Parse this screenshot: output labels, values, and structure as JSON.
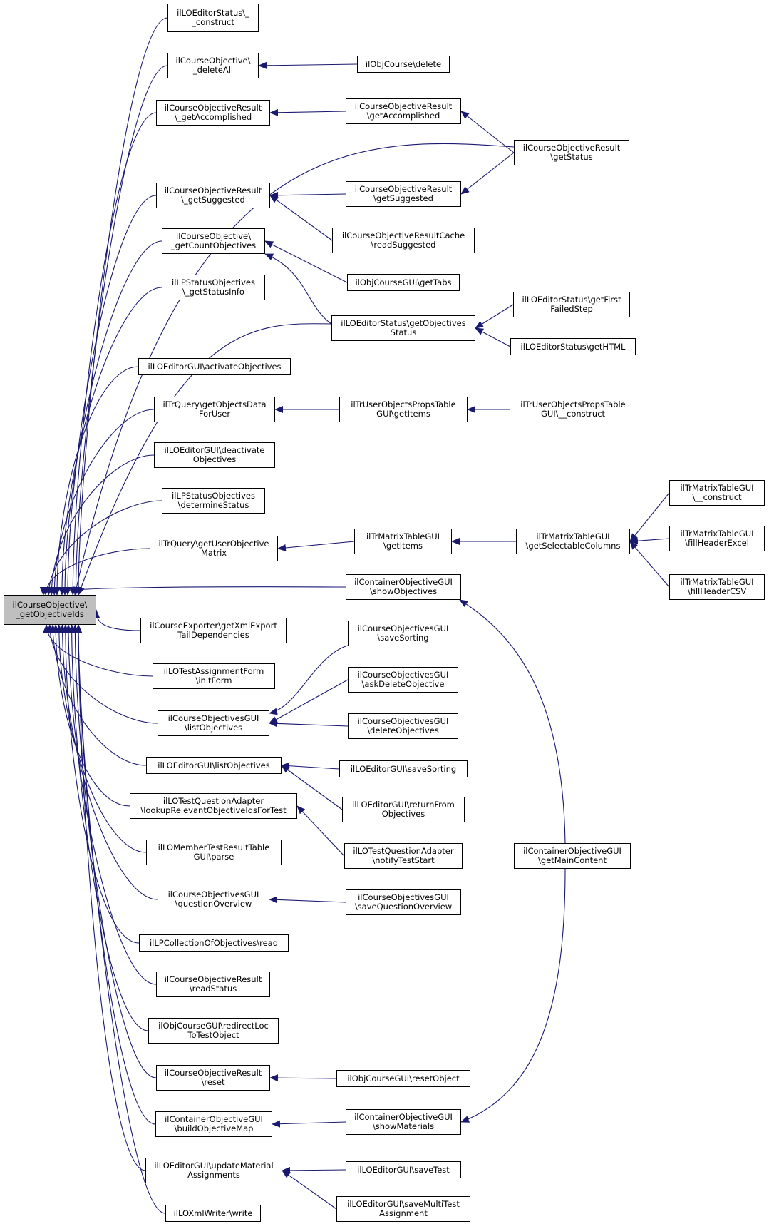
{
  "colors": {
    "edge": "#191970",
    "node_border": "#000000",
    "node_fill": "#ffffff",
    "focus_fill": "#bfbfbf"
  },
  "nodes": {
    "root": "ilCourseObjective\\\n_getObjectiveIds",
    "a1": "ilLOEditorStatus\\_\n_construct",
    "a2": "ilCourseObjective\\\n_deleteAll",
    "a3": "ilCourseObjectiveResult\n\\_getAccomplished",
    "a4": "ilCourseObjectiveResult\n\\_getSuggested",
    "a5": "ilCourseObjective\\\n_getCountObjectives",
    "a6": "ilLPStatusObjectives\n\\_getStatusInfo",
    "a7": "ilLOEditorGUI\\activateObjectives",
    "a8": "ilTrQuery\\getObjectsData\nForUser",
    "a9": "ilLOEditorGUI\\deactivate\nObjectives",
    "a10": "ilLPStatusObjectives\n\\determineStatus",
    "a11": "ilTrQuery\\getUserObjective\nMatrix",
    "a12": "ilCourseExporter\\getXmlExport\nTailDependencies",
    "a13": "ilLOTestAssignmentForm\n\\initForm",
    "a14": "ilCourseObjectivesGUI\n\\listObjectives",
    "a15": "ilLOEditorGUI\\listObjectives",
    "a16": "ilLOTestQuestionAdapter\n\\lookupRelevantObjectiveIdsForTest",
    "a17": "ilLOMemberTestResultTable\nGUI\\parse",
    "a18": "ilCourseObjectivesGUI\n\\questionOverview",
    "a19": "ilLPCollectionOfObjectives\\read",
    "a20": "ilCourseObjectiveResult\n\\readStatus",
    "a21": "ilObjCourseGUI\\redirectLoc\nToTestObject",
    "a22": "ilCourseObjectiveResult\n\\reset",
    "a23": "ilContainerObjectiveGUI\n\\buildObjectiveMap",
    "a24": "ilLOEditorGUI\\updateMaterial\nAssignments",
    "a25": "ilLOXmlWriter\\write",
    "b1": "ilObjCourse\\delete",
    "b2": "ilCourseObjectiveResult\n\\getAccomplished",
    "b3": "ilCourseObjectiveResult\n\\getSuggested",
    "b4": "ilCourseObjectiveResultCache\n\\readSuggested",
    "b5": "ilObjCourseGUI\\getTabs",
    "b6": "ilLOEditorStatus\\getObjectives\nStatus",
    "b7": "ilTrUserObjectsPropsTable\nGUI\\getItems",
    "b8": "ilTrMatrixTableGUI\n\\getItems",
    "b9": "ilContainerObjectiveGUI\n\\showObjectives",
    "b10": "ilCourseObjectivesGUI\n\\saveSorting",
    "b11": "ilCourseObjectivesGUI\n\\askDeleteObjective",
    "b12": "ilCourseObjectivesGUI\n\\deleteObjectives",
    "b13": "ilLOEditorGUI\\saveSorting",
    "b14": "ilLOEditorGUI\\returnFrom\nObjectives",
    "b15": "ilLOTestQuestionAdapter\n\\notifyTestStart",
    "b16": "ilCourseObjectivesGUI\n\\saveQuestionOverview",
    "b17": "ilObjCourseGUI\\resetObject",
    "b18": "ilContainerObjectiveGUI\n\\showMaterials",
    "b19": "ilLOEditorGUI\\saveTest",
    "b20": "ilLOEditorGUI\\saveMultiTest\nAssignment",
    "c1": "ilCourseObjectiveResult\n\\getStatus",
    "c2": "ilLOEditorStatus\\getFirst\nFailedStep",
    "c3": "ilLOEditorStatus\\getHTML",
    "c4": "ilTrUserObjectsPropsTable\nGUI\\__construct",
    "c5": "ilTrMatrixTableGUI\n\\getSelectableColumns",
    "c6": "ilContainerObjectiveGUI\n\\getMainContent",
    "d1": "ilTrMatrixTableGUI\n\\__construct",
    "d2": "ilTrMatrixTableGUI\n\\fillHeaderExcel",
    "d3": "ilTrMatrixTableGUI\n\\fillHeaderCSV"
  },
  "edges": [
    [
      "a1",
      "root"
    ],
    [
      "a2",
      "root"
    ],
    [
      "a3",
      "root"
    ],
    [
      "a4",
      "root"
    ],
    [
      "a5",
      "root"
    ],
    [
      "a6",
      "root"
    ],
    [
      "a7",
      "root"
    ],
    [
      "a8",
      "root"
    ],
    [
      "a9",
      "root"
    ],
    [
      "a10",
      "root"
    ],
    [
      "a11",
      "root"
    ],
    [
      "a12",
      "root"
    ],
    [
      "a13",
      "root"
    ],
    [
      "a14",
      "root"
    ],
    [
      "a15",
      "root"
    ],
    [
      "a16",
      "root"
    ],
    [
      "a17",
      "root"
    ],
    [
      "a18",
      "root"
    ],
    [
      "a19",
      "root"
    ],
    [
      "a20",
      "root"
    ],
    [
      "a21",
      "root"
    ],
    [
      "a22",
      "root"
    ],
    [
      "a23",
      "root"
    ],
    [
      "a24",
      "root"
    ],
    [
      "a25",
      "root"
    ],
    [
      "c1",
      "root"
    ],
    [
      "b6",
      "root"
    ],
    [
      "b9",
      "root"
    ],
    [
      "b1",
      "a2"
    ],
    [
      "b2",
      "a3"
    ],
    [
      "c1",
      "b2"
    ],
    [
      "b3",
      "a4"
    ],
    [
      "c1",
      "b3"
    ],
    [
      "b4",
      "a4"
    ],
    [
      "b5",
      "a5"
    ],
    [
      "b6",
      "a5"
    ],
    [
      "c2",
      "b6"
    ],
    [
      "c3",
      "b6"
    ],
    [
      "b7",
      "a8"
    ],
    [
      "c4",
      "b7"
    ],
    [
      "b8",
      "a11"
    ],
    [
      "c5",
      "b8"
    ],
    [
      "d1",
      "c5"
    ],
    [
      "d2",
      "c5"
    ],
    [
      "d3",
      "c5"
    ],
    [
      "c6",
      "b9"
    ],
    [
      "b10",
      "a14"
    ],
    [
      "b11",
      "a14"
    ],
    [
      "b12",
      "a14"
    ],
    [
      "b13",
      "a15"
    ],
    [
      "b14",
      "a15"
    ],
    [
      "b15",
      "a16"
    ],
    [
      "b16",
      "a18"
    ],
    [
      "b17",
      "a22"
    ],
    [
      "b18",
      "a23"
    ],
    [
      "c6",
      "b18"
    ],
    [
      "b19",
      "a24"
    ],
    [
      "b20",
      "a24"
    ]
  ]
}
